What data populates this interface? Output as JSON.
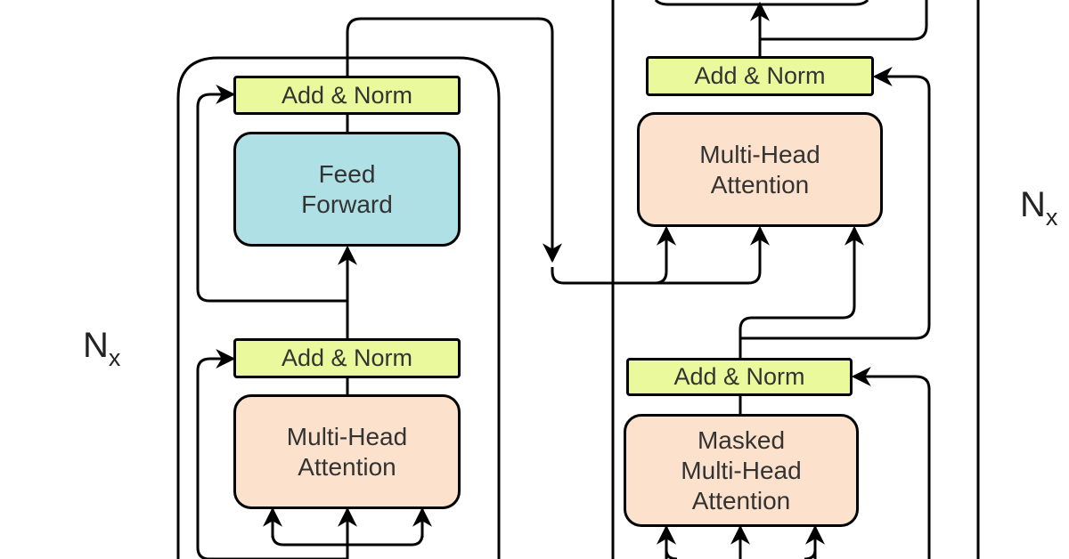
{
  "colors": {
    "add_norm": "#e9f99c",
    "feed_forward": "#aee0e5",
    "attention": "#fce2cc",
    "stroke": "#000000"
  },
  "encoder": {
    "repeat_label": "N",
    "repeat_sub": "x",
    "add_norm_top": "Add & Norm",
    "feed_forward": "Feed\nForward",
    "add_norm_bottom": "Add & Norm",
    "attention": "Multi-Head\nAttention"
  },
  "decoder": {
    "repeat_label": "N",
    "repeat_sub": "x",
    "add_norm_top": "Add & Norm",
    "cross_attention": "Multi-Head\nAttention",
    "add_norm_bottom": "Add & Norm",
    "masked_attention": "Masked\nMulti-Head\nAttention"
  }
}
